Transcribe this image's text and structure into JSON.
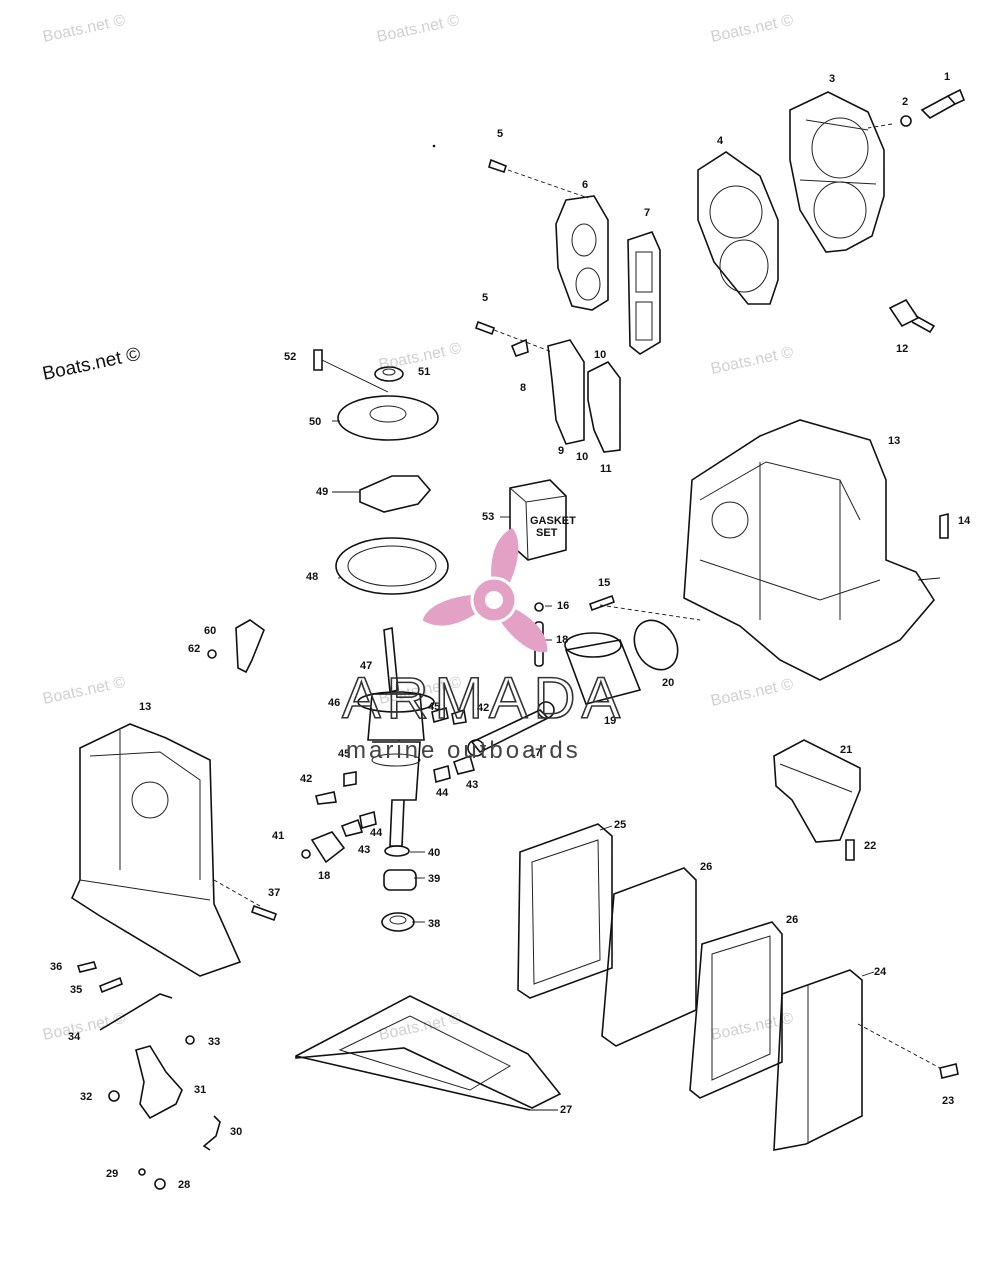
{
  "watermarks": {
    "faint": [
      "Boats.net ©",
      "Boats.net ©",
      "Boats.net ©",
      "Boats.net ©",
      "Boats.net ©",
      "Boats.net ©",
      "Boats.net ©",
      "Boats.net ©",
      "Boats.net ©",
      "Boats.net ©",
      "Boats.net ©"
    ],
    "strong": "Boats.net ©"
  },
  "logo": {
    "title": "ARMADA",
    "subtitle": "marine outboards",
    "color": "#e3a1c6"
  },
  "gasket_box": {
    "line1": "GASKET",
    "line2": "SET"
  },
  "callouts": [
    {
      "label": "1"
    },
    {
      "label": "2"
    },
    {
      "label": "3"
    },
    {
      "label": "4"
    },
    {
      "label": "5"
    },
    {
      "label": "5"
    },
    {
      "label": "6"
    },
    {
      "label": "7"
    },
    {
      "label": "8"
    },
    {
      "label": "9"
    },
    {
      "label": "10"
    },
    {
      "label": "10"
    },
    {
      "label": "11"
    },
    {
      "label": "12"
    },
    {
      "label": "13"
    },
    {
      "label": "13"
    },
    {
      "label": "14"
    },
    {
      "label": "15"
    },
    {
      "label": "16"
    },
    {
      "label": "17"
    },
    {
      "label": "18"
    },
    {
      "label": "18"
    },
    {
      "label": "19"
    },
    {
      "label": "20"
    },
    {
      "label": "21"
    },
    {
      "label": "22"
    },
    {
      "label": "23"
    },
    {
      "label": "24"
    },
    {
      "label": "25"
    },
    {
      "label": "26"
    },
    {
      "label": "26"
    },
    {
      "label": "27"
    },
    {
      "label": "28"
    },
    {
      "label": "29"
    },
    {
      "label": "30"
    },
    {
      "label": "31"
    },
    {
      "label": "32"
    },
    {
      "label": "33"
    },
    {
      "label": "34"
    },
    {
      "label": "35"
    },
    {
      "label": "36"
    },
    {
      "label": "37"
    },
    {
      "label": "38"
    },
    {
      "label": "39"
    },
    {
      "label": "40"
    },
    {
      "label": "41"
    },
    {
      "label": "42"
    },
    {
      "label": "42"
    },
    {
      "label": "43"
    },
    {
      "label": "43"
    },
    {
      "label": "44"
    },
    {
      "label": "44"
    },
    {
      "label": "45"
    },
    {
      "label": "45"
    },
    {
      "label": "46"
    },
    {
      "label": "47"
    },
    {
      "label": "48"
    },
    {
      "label": "49"
    },
    {
      "label": "50"
    },
    {
      "label": "51"
    },
    {
      "label": "52"
    },
    {
      "label": "53"
    },
    {
      "label": "60"
    },
    {
      "label": "62"
    }
  ]
}
